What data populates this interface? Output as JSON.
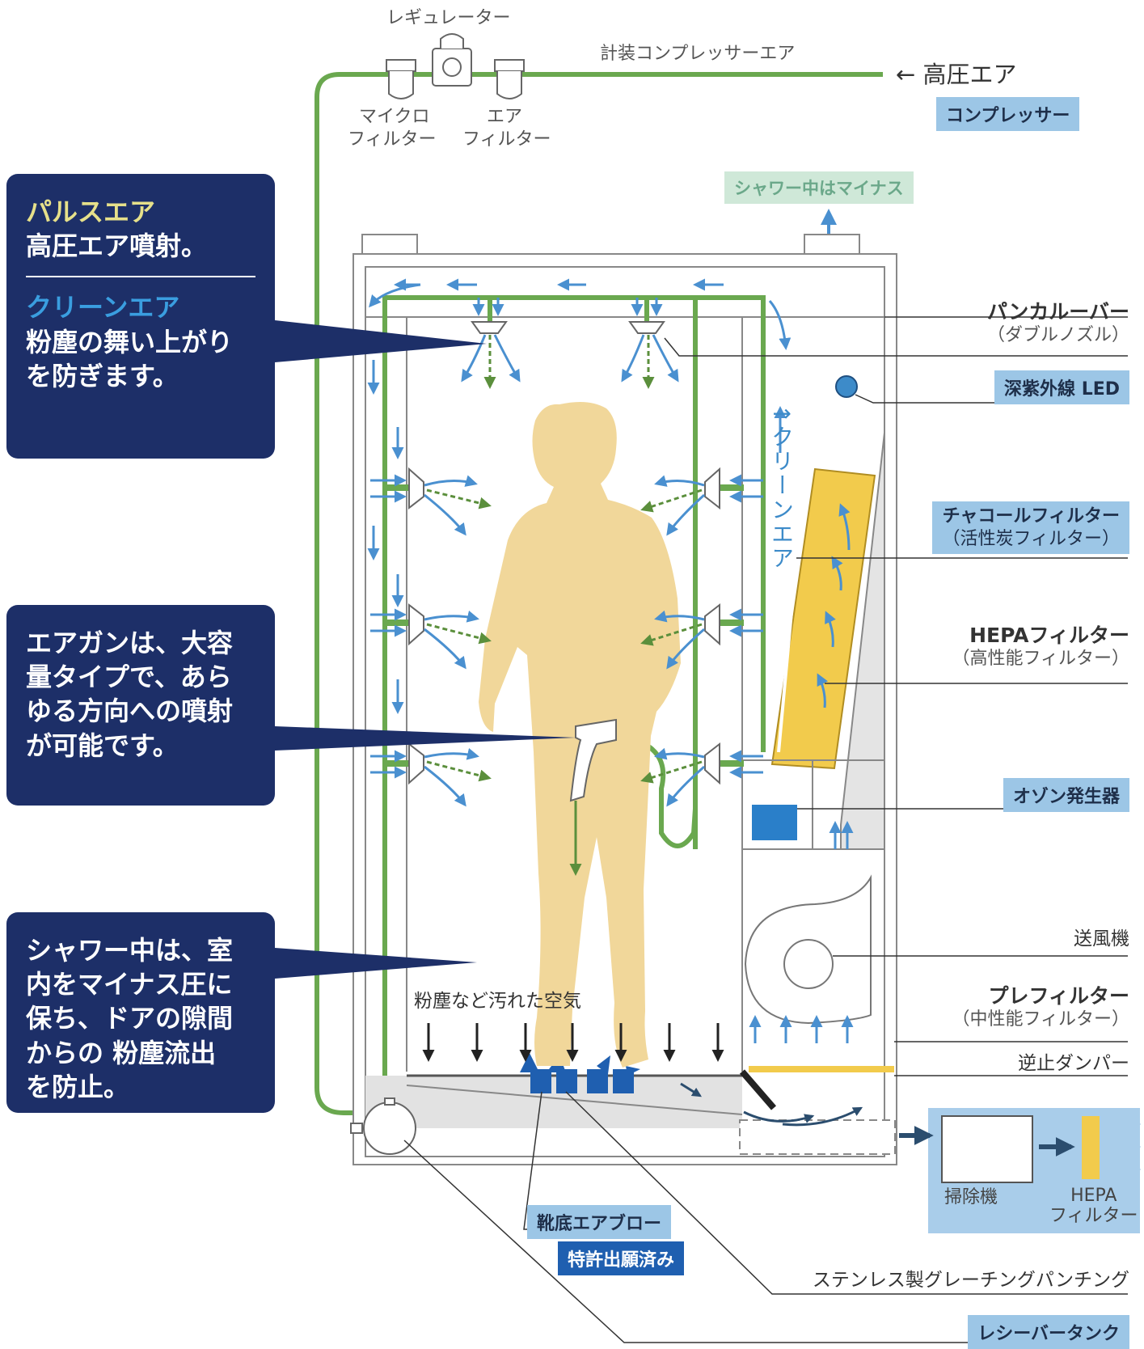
{
  "top": {
    "regulator": "レギュレーター",
    "instrument_air": "計装コンプレッサーエア",
    "high_pressure_air": "← 高圧エア",
    "compressor": "コンプレッサー",
    "micro_filter_1": "マイクロ",
    "micro_filter_2": "フィルター",
    "air_filter_1": "エア",
    "air_filter_2": "フィルター",
    "shower_minus": "シャワー中はマイナス"
  },
  "callouts": {
    "pulse_title": "パルスエア",
    "pulse_body": "高圧エア噴射。",
    "clean_title": "クリーンエア",
    "clean_body_1": "粉塵の舞い上がり",
    "clean_body_2": "を防ぎます。",
    "airgun_1": "エアガンは、大容",
    "airgun_2": "量タイプで、あら",
    "airgun_3": "ゆる方向への噴射",
    "airgun_4": "が可能です。",
    "shower_1": "シャワー中は、室",
    "shower_2": "内をマイナス圧に",
    "shower_3": "保ち、ドアの隙間",
    "shower_4": "からの 粉塵流出",
    "shower_5": "を防止。"
  },
  "components": {
    "pan_louver": "パンカルーバー",
    "pan_louver_sub": "（ダブルノズル）",
    "uv_led": "深紫外線 LED",
    "charcoal": "チャコールフィルター",
    "charcoal_sub": "（活性炭フィルター）",
    "hepa": "HEPAフィルター",
    "hepa_sub": "（高性能フィルター）",
    "ozone": "オゾン発生器",
    "blower": "送風機",
    "prefilter": "プレフィルター",
    "prefilter_sub": "（中性能フィルター）",
    "damper": "逆止ダンパー",
    "clean_air_vertical": "↑クリーンエア",
    "dirty_air": "粉塵など汚れた空気",
    "vacuum": "掃除機",
    "hepa_bottom_1": "HEPA",
    "hepa_bottom_2": "フィルター",
    "sole_blow": "靴底エアブロー",
    "patent": "特許出願済み",
    "grating": "ステンレス製グレーチングパンチング",
    "receiver_tank": "レシーバータンク"
  },
  "colors": {
    "pipe_green": "#6aa84f",
    "arrow_blue": "#4a90d0",
    "arrow_green": "#5b8f3c",
    "callout_navy": "#1d2f68",
    "silhouette": "#f1d79a",
    "filter_yellow": "#f2cb4c",
    "tag_blue": "#9cc6e6",
    "tag_dark_blue": "#1f5fb0"
  }
}
